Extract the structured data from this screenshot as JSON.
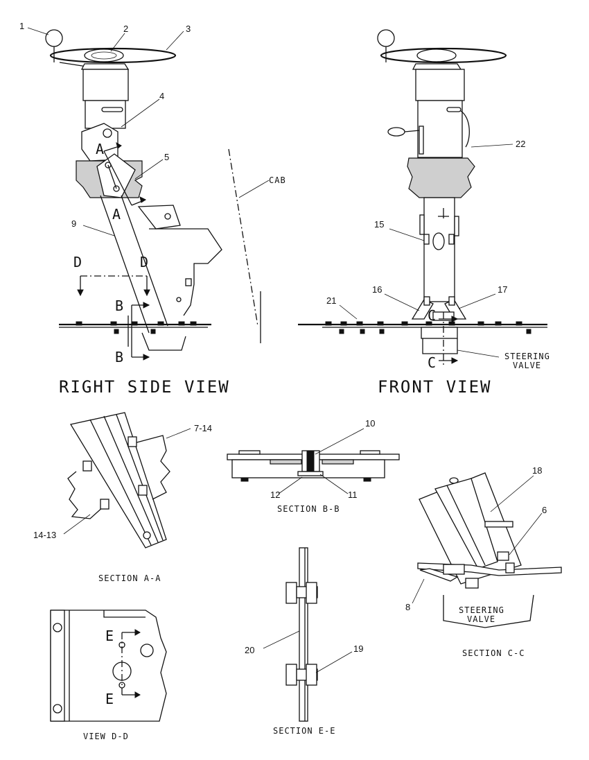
{
  "titles": {
    "right_side_view": "RIGHT SIDE VIEW",
    "front_view": "FRONT VIEW",
    "section_a": "SECTION A-A",
    "section_b": "SECTION B-B",
    "section_c": "SECTION C-C",
    "view_d": "VIEW D-D",
    "section_e": "SECTION E-E"
  },
  "labels": {
    "cab": "CAB",
    "steering_valve_line1": "STEERING",
    "steering_valve_line2": "VALVE"
  },
  "section_letters": {
    "a": "A",
    "b": "B",
    "c": "C",
    "d": "D",
    "e": "E"
  },
  "callouts": {
    "c1": "1",
    "c2": "2",
    "c3": "3",
    "c4": "4",
    "c5": "5",
    "c6": "6",
    "c7_14": "7-14",
    "c8": "8",
    "c9": "9",
    "c10": "10",
    "c11": "11",
    "c12": "12",
    "c14_13": "14-13",
    "c15": "15",
    "c16": "16",
    "c17": "17",
    "c18": "18",
    "c19": "19",
    "c20": "20",
    "c21": "21",
    "c22": "22"
  }
}
